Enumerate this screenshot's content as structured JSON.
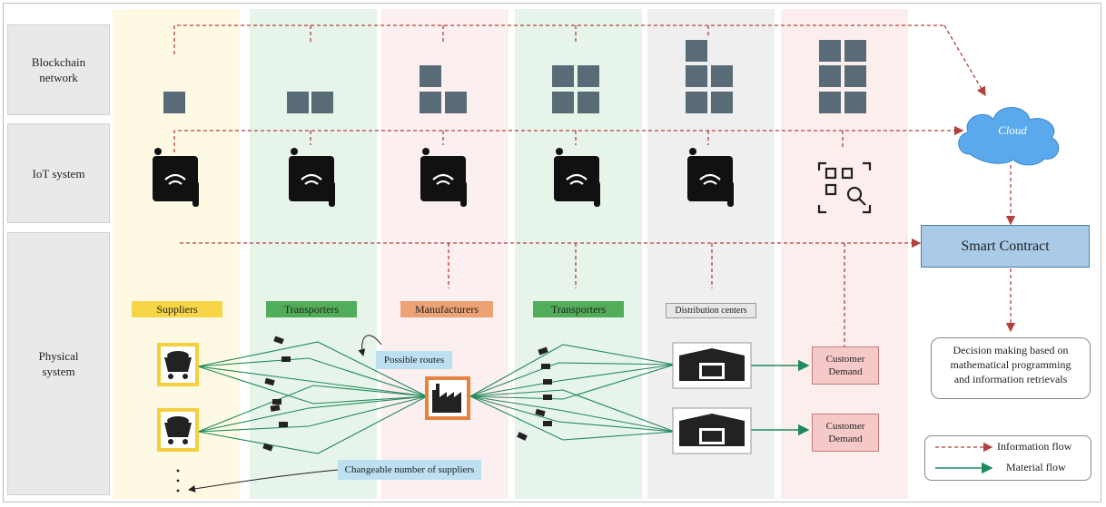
{
  "rows": {
    "blockchain": "Blockchain network",
    "iot": "IoT system",
    "physical": "Physical system"
  },
  "stages": {
    "suppliers": "Suppliers",
    "transporters1": "Transporters",
    "manufacturers": "Manufacturers",
    "transporters2": "Transporters",
    "distribution": "Distribution centers"
  },
  "cloud": "Cloud",
  "smart_contract": "Smart Contract",
  "decision": "Decision making based on mathematical programming and information retrievals",
  "possible_routes": "Possible routes",
  "changeable_suppliers": "Changeable number of suppliers",
  "customer_demand_1": "Customer Demand",
  "customer_demand_2": "Customer Demand",
  "legend": {
    "information": "Information flow",
    "material": "Material flow"
  },
  "colors": {
    "suppliers_bg": "#fdf9e3",
    "transport_bg": "#e7f4ea",
    "manufacturer_bg": "#fcefef",
    "distribution_bg": "#efefef",
    "customer_bg": "#fdeaea",
    "block": "#5a6b78",
    "info_flow": "#b0413e",
    "material_flow": "#1f8a5c",
    "smart_contract_bg": "#a9cbe8",
    "cloud": "#5aa9ec"
  }
}
